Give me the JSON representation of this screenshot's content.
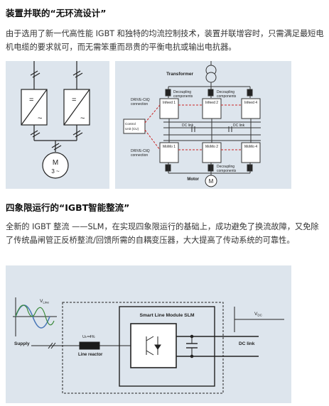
{
  "section1": {
    "title": "装置并联的“无环流设计”",
    "body": "由于选用了新一代高性能 IGBT 和独特的均流控制技术，装置并联增容时，只需满足最短电机电缆的要求就可，而无需笨重而昂贵的平衡电抗或输出电抗器。"
  },
  "figure1": {
    "motor_symbol": "M",
    "motor_phase": "3 ~",
    "inverter_symbol_top": "=",
    "inverter_symbol_bottom": "~"
  },
  "figure2": {
    "transformer": "Transformer",
    "decoupling_line1": "Decoupling",
    "decoupling_line2": "components",
    "drive_cliq_line1": "DRIVE-CliQ",
    "drive_cliq_line2": "connection",
    "control_unit_line1": "Control",
    "control_unit_line2": "Unit (CU)",
    "dc_link": "DC link",
    "infeeds": [
      "Infeed 1",
      "Infeed 2",
      "Infeed 4"
    ],
    "momos": [
      "MoMo 1",
      "MoMo 2",
      "MoMo 4"
    ],
    "motor": "Motor",
    "motor_symbol": "M"
  },
  "section2": {
    "title": "四象限运行的“IGBT智能整流”",
    "body": "全新的 IGBT 整流 ——SLM，在实现四象限运行的基础上，成功避免了换流故障，又免除了传统晶闸管正反桥整流/回馈所需的自耦变压器，大大提高了传动系统的可靠性。"
  },
  "figure3": {
    "v_line_main": "V",
    "v_line_sub": "Line",
    "supply": "Supply",
    "uk_value": "Uₖ=4%",
    "line_reactor": "Line reactor",
    "slm_title": "Smart Line Module SLM",
    "vdc_main": "V",
    "vdc_sub": "DC",
    "dc_link": "DC link"
  }
}
